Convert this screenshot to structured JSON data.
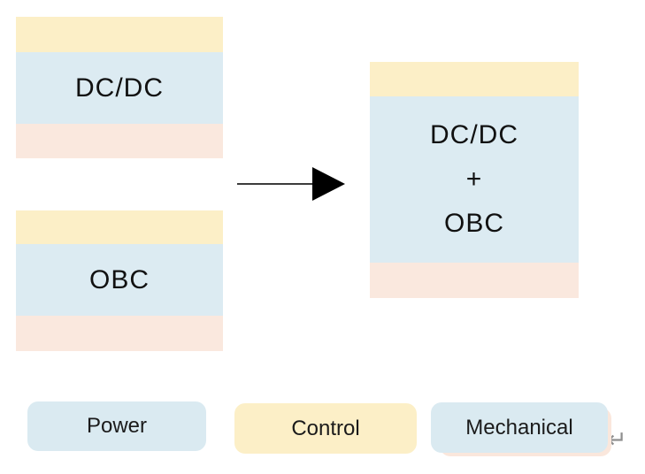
{
  "diagram": {
    "before_boxes": [
      {
        "label": "DC/DC"
      },
      {
        "label": "OBC"
      }
    ],
    "after_box": {
      "lines": [
        "DC/DC",
        "+",
        "OBC"
      ]
    }
  },
  "legend": {
    "items": [
      {
        "label": "Power",
        "color": "#DAEAF1"
      },
      {
        "label": "Control",
        "color": "#FCEFC7"
      },
      {
        "label": "Mechanical",
        "color": "#DAEAF1"
      }
    ]
  },
  "footer": {
    "return_symbol": "↵"
  },
  "colors": {
    "power_blue": "#DCEBF2",
    "control_yellow": "#FCEFC7",
    "mechanical_pink": "#FAE8DE",
    "badge_blue": "#DAEAF1",
    "text": "#111111",
    "arrow": "#1A1A1A",
    "return_gray": "#8F8F8F",
    "background": "#FFFFFF"
  }
}
